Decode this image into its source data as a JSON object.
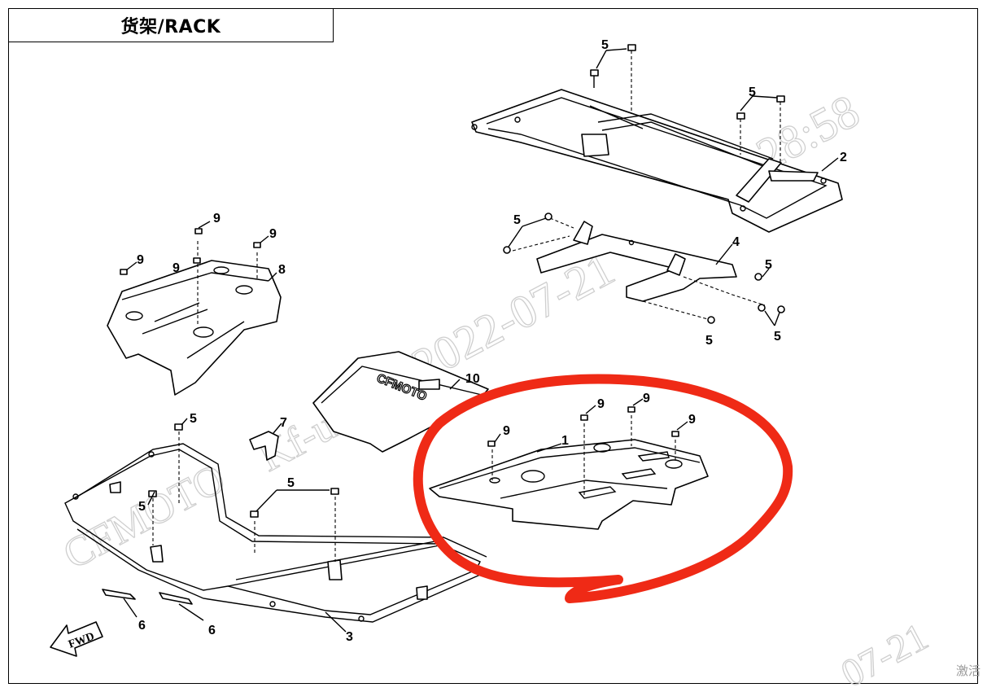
{
  "title": "货架/RACK",
  "fwd_label": "FWD",
  "brand_on_part": "CFMOTO",
  "corner_text": "激活",
  "watermark_texts": [
    "CFMOTO",
    "Kf-ui",
    "2022-07-21",
    "11:28:58",
    "07-21"
  ],
  "callouts": {
    "c_5a": "5",
    "c_5b": "5",
    "c_5c": "5",
    "c_5d": "5",
    "c_5e": "5",
    "c_5f": "5",
    "c_5g": "5",
    "c_5h": "5",
    "c_5i": "5",
    "c_2": "2",
    "c_4": "4",
    "c_8": "8",
    "c_10": "10",
    "c_7": "7",
    "c_1": "1",
    "c_3": "3",
    "c_6a": "6",
    "c_6b": "6",
    "c_9a": "9",
    "c_9b": "9",
    "c_9c": "9",
    "c_9d": "9",
    "c_9e": "9",
    "c_9f": "9",
    "c_9g": "9",
    "c_9h": "9"
  },
  "colors": {
    "highlight": "#ef2a16",
    "ink": "#000000",
    "watermark": "#cfcfcf"
  }
}
